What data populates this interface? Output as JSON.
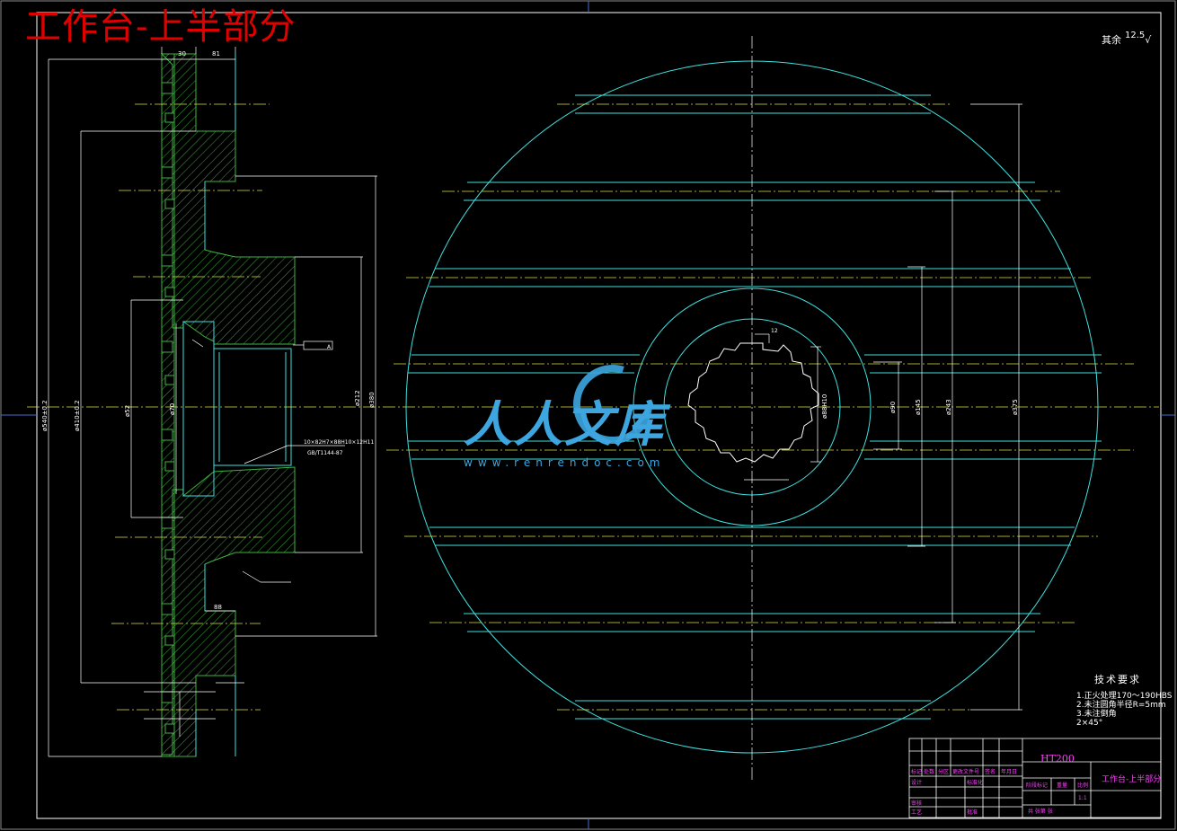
{
  "title": "工作台-上半部分",
  "roughness": {
    "label": "其余",
    "value": "12.5"
  },
  "tech_requirements": {
    "heading": "技术要求",
    "items": [
      "1.正火处理170～190HBS",
      "2.未注圆角半径R=5mm",
      "3.未注倒角",
      "2×45°"
    ]
  },
  "title_block": {
    "material": "HT200",
    "drawing_name": "工作台-上半部分",
    "row_labels": [
      "标记",
      "处数",
      "分区",
      "更改文件号",
      "签名",
      "年月日"
    ],
    "design_label": "设计",
    "standard_label": "标准化",
    "review_label": "审核",
    "process_label": "工艺",
    "approve_label": "批准",
    "stage_label": "阶段标记",
    "weight_label": "重量",
    "scale_label": "比例",
    "scale_value": "1:1",
    "sheets_text": "共  张第  张"
  },
  "watermark": {
    "text": "人人文库",
    "url": "www.renrendoc.com"
  },
  "dimensions": {
    "d_outer_left": "ø540±0.2",
    "d_mid_left": "ø410±0.2",
    "d_inner_left": "ø52",
    "d_bore": "ø70",
    "d_hub": "ø212",
    "d_flange": "ø380",
    "top_w1": "30",
    "top_w2": "81",
    "spline_note_1": "10×82H7×88H10×12H11",
    "spline_note_2": "GB/T1144-87",
    "view_d1": "ø90",
    "view_d2": "ø145",
    "view_d3": "ø243",
    "view_d4": "ø375",
    "spline_d": "ø88H10",
    "bottom_w": "88",
    "key_w": "12",
    "datum": "A"
  }
}
